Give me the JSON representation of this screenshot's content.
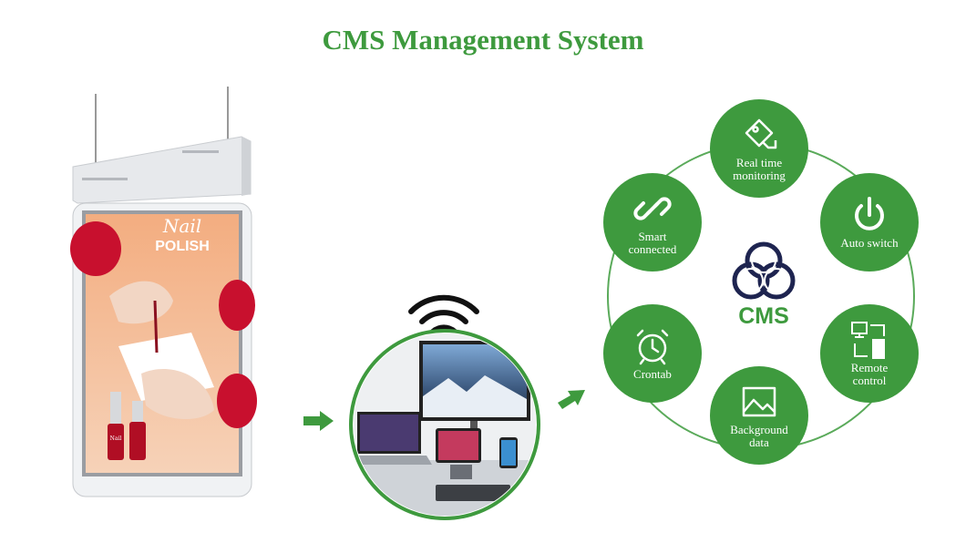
{
  "title": "CMS Management System",
  "poster": {
    "headline_script": "Nail",
    "headline_caps": "POLISH",
    "bottle_label": "Nail"
  },
  "cms_center_label": "CMS",
  "features": [
    {
      "id": "real-time-monitoring",
      "label": "Real time\nmonitoring",
      "icon": "tag-monitor-icon"
    },
    {
      "id": "auto-switch",
      "label": "Auto switch",
      "icon": "power-icon"
    },
    {
      "id": "remote-control",
      "label": "Remote\ncontrol",
      "icon": "remote-computer-icon"
    },
    {
      "id": "background-data",
      "label": "Background\ndata",
      "icon": "image-icon"
    },
    {
      "id": "crontab",
      "label": "Crontab",
      "icon": "alarm-clock-icon"
    },
    {
      "id": "smart-connected",
      "label": "Smart\nconnected",
      "icon": "link-icon"
    }
  ],
  "colors": {
    "accent_green": "#3e9a3e",
    "ring_green": "#5aaa5a",
    "poster_red": "#c8102e"
  }
}
